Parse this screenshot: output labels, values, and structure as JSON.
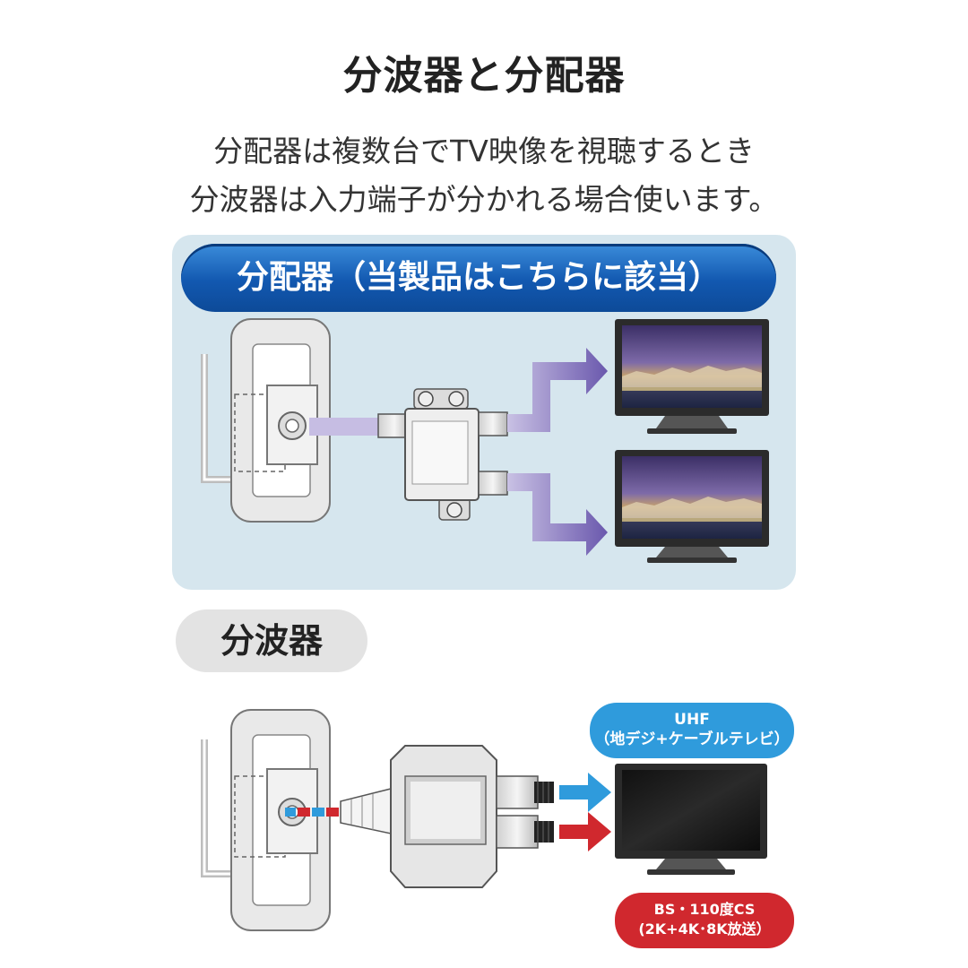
{
  "title": "分波器と分配器",
  "description": {
    "line1": "分配器は複数台でTV映像を視聴するとき",
    "line2": "分波器は入力端子が分かれる場合使います。"
  },
  "distributor": {
    "heading": "分配器（当製品はこちらに該当）"
  },
  "splitter": {
    "heading": "分波器",
    "uhf_label_line1": "UHF",
    "uhf_label_line2": "（地デジ+ケーブルテレビ）",
    "bs_label_line1": "BS・110度CS",
    "bs_label_line2": "(2K+4K･8K放送）"
  },
  "colors": {
    "panel_bg": "#d6e6ee",
    "heading_blue": "#1258b0",
    "signal_purple": "#7a6cb8",
    "uhf_blue": "#2f9bdc",
    "bs_red": "#d0282e"
  }
}
